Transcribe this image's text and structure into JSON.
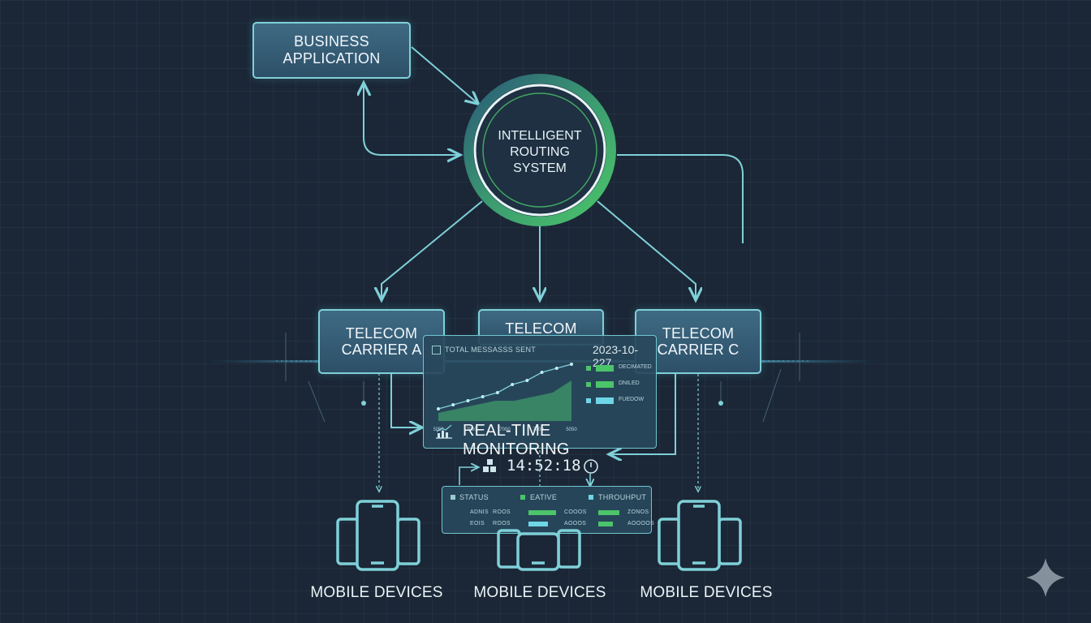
{
  "nodes": {
    "business_app": {
      "line1": "BUSINESS",
      "line2": "APPLICATION"
    },
    "routing": {
      "line1": "INTELLIGENT",
      "line2": "ROUTING",
      "line3": "SYSTEM"
    },
    "carrier_a": {
      "line1": "TELECOM",
      "line2": "CARRIER A"
    },
    "carrier_b": {
      "line1": "TELECOM",
      "line2": ""
    },
    "carrier_c": {
      "line1": "TELECOM",
      "line2": "CARRIER C"
    }
  },
  "monitor": {
    "header_label": "TOTAL MESSASSS SENT",
    "date": "2023-10-227",
    "legend": [
      "DECIMATED",
      "DNILED",
      "FUEDOW"
    ],
    "x_ticks": [
      "5050",
      "7050",
      "7000",
      "7000",
      "5050"
    ],
    "title": "REAL-TIME MONITORING",
    "chart_values": [
      2,
      3,
      4,
      5,
      5,
      6,
      7,
      10
    ],
    "line_values": [
      3,
      4,
      5,
      6,
      7,
      9,
      10,
      12,
      13,
      14
    ]
  },
  "clock": {
    "time": "14:52:18"
  },
  "status_panel": {
    "col1": "STATUS",
    "col2": "EATIVE",
    "col3": "THROUHPUT",
    "row1": [
      "ADNIS",
      "ROOS",
      "COOOS",
      "ZONOS"
    ],
    "row2": [
      "EOIS",
      "ROOS",
      "AOOOS",
      "AOOOOS"
    ],
    "bar_fill": [
      0.85,
      0.65,
      0.6,
      0.45
    ]
  },
  "devices": [
    "MOBILE DEVICES",
    "MOBILE DEVICES",
    "MOBILE DEVICES"
  ],
  "colors": {
    "accent": "#7fd0d8",
    "green": "#4bc46a",
    "cyan": "#6fd6e6",
    "ring": "#3fb36a"
  }
}
